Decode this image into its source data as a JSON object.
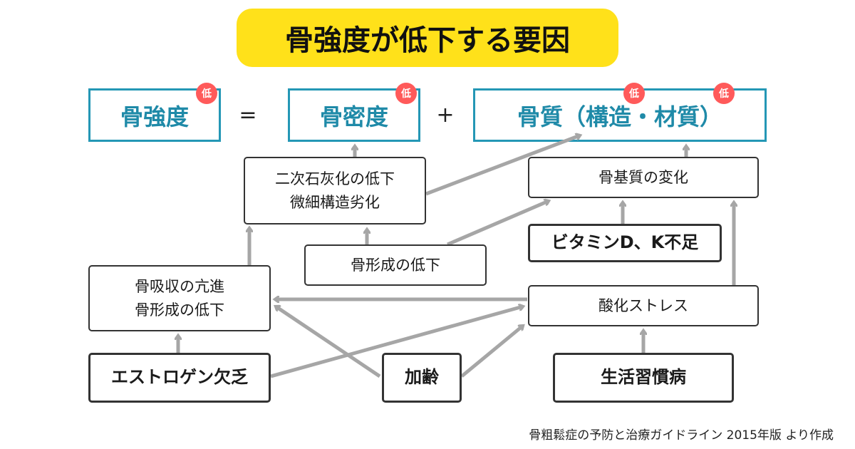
{
  "title": "骨強度が低下する要因",
  "equation": {
    "bone_strength": "骨強度",
    "equals": "=",
    "bone_density": "骨密度",
    "plus": "+",
    "bone_quality": "骨質（構造・材質）",
    "low_badge": "低"
  },
  "nodes": {
    "mineralization": [
      "二次石灰化の低下",
      "微細構造劣化"
    ],
    "matrix_change": "骨基質の変化",
    "vitamin": "ビタミンD、K不足",
    "formation_down": "骨形成の低下",
    "resorption": [
      "骨吸収の亢進",
      "骨形成の低下"
    ],
    "oxidative": "酸化ストレス",
    "estrogen": "エストロゲン欠乏",
    "aging": "加齢",
    "lifestyle": "生活習慣病"
  },
  "source": "骨粗鬆症の予防と治療ガイドライン 2015年版 より作成",
  "colors": {
    "title_bg": "#ffe11a",
    "teal": "#2497b5",
    "badge": "#ff5a5a",
    "arrow": "#a6a6a6"
  }
}
